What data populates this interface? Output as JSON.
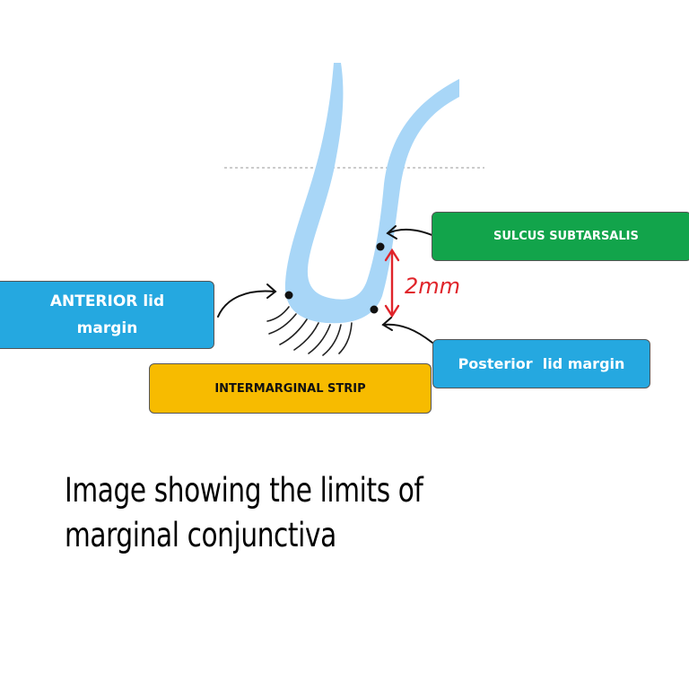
{
  "labels": {
    "sulcus": "SULCUS SUBTARSALIS",
    "anterior_line1": "ANTERIOR lid",
    "anterior_line2": "margin",
    "posterior": "Posterior  lid margin",
    "strip": "INTERMARGINAL STRIP"
  },
  "measurement": "2mm",
  "caption": "Image showing the limits of marginal conjunctiva",
  "colors": {
    "conjunctiva": "#a8d6f7",
    "sulcus_box": "#12a44b",
    "blue_box": "#25a8e0",
    "strip_box": "#f7bb00",
    "measure_arrow": "#e0242a"
  }
}
